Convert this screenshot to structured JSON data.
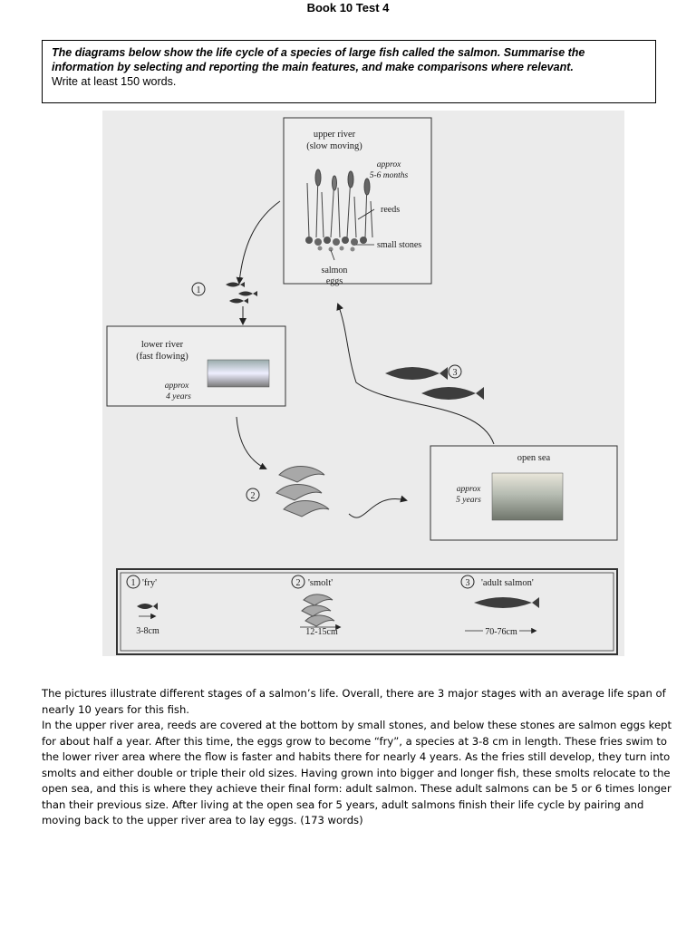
{
  "header": {
    "title": "Book 10 Test 4"
  },
  "task": {
    "instruction": "The diagrams below show the life cycle of a species of large fish called the salmon. Summarise the information by selecting and reporting the main features, and make comparisons where relevant.",
    "word_requirement": "Write at least 150 words."
  },
  "diagram": {
    "upper_river": {
      "title_line1": "upper river",
      "title_line2": "(slow moving)",
      "duration_line1": "approx",
      "duration_line2": "5-6 months"
    },
    "labels": {
      "reeds": "reeds",
      "small_stones": "small stones",
      "salmon_eggs_line1": "salmon",
      "salmon_eggs_line2": "eggs"
    },
    "lower_river": {
      "title_line1": "lower river",
      "title_line2": "(fast flowing)",
      "duration_line1": "approx",
      "duration_line2": "4 years"
    },
    "open_sea": {
      "title": "open sea",
      "duration_line1": "approx",
      "duration_line2": "5 years"
    },
    "stage_numbers": [
      "1",
      "2",
      "3"
    ],
    "legend": [
      {
        "number": "1",
        "name": "'fry'",
        "size": "3-8cm"
      },
      {
        "number": "2",
        "name": "'smolt'",
        "size": "12-15cm"
      },
      {
        "number": "3",
        "name": "'adult salmon'",
        "size": "70-76cm"
      }
    ]
  },
  "essay": {
    "paragraph1": "The pictures illustrate different stages of a salmon’s life. Overall, there are 3 major stages with an average life span of nearly 10 years for this fish.",
    "paragraph2": "In the upper river area, reeds are covered at the bottom by small stones, and below these stones are salmon eggs kept for about half a year. After this time, the eggs grow to become “fry”, a species at 3-8 cm in length. These fries swim to the lower river area where the flow is faster and habits there for nearly 4 years. As the fries still develop, they turn into smolts and either double or triple their old sizes. Having grown into bigger and longer fish, these smolts relocate to the open sea, and this is where they achieve their final form: adult salmon. These adult salmons can be 5 or 6 times longer than their previous size. After living at the open sea for 5 years, adult salmons finish their life cycle by pairing and moving back to the upper river area to lay eggs.  (173 words)"
  }
}
